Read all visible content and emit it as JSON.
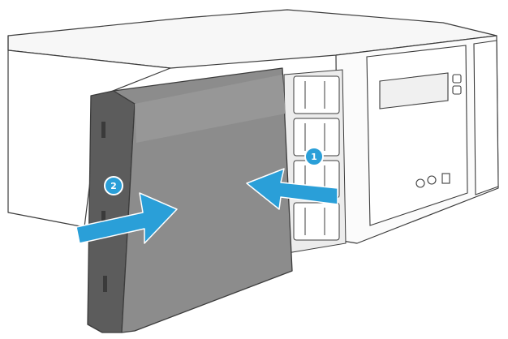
{
  "steps": [
    {
      "number": "1",
      "action": "slide-in-arrow"
    },
    {
      "number": "2",
      "action": "push-in-arrow"
    }
  ],
  "colors": {
    "arrow": "#2a9fd8",
    "badge": "#2a9fd8",
    "panel": "#8c8c8c",
    "panel_dark": "#5a5a5a",
    "outline": "#3c3c3c"
  }
}
